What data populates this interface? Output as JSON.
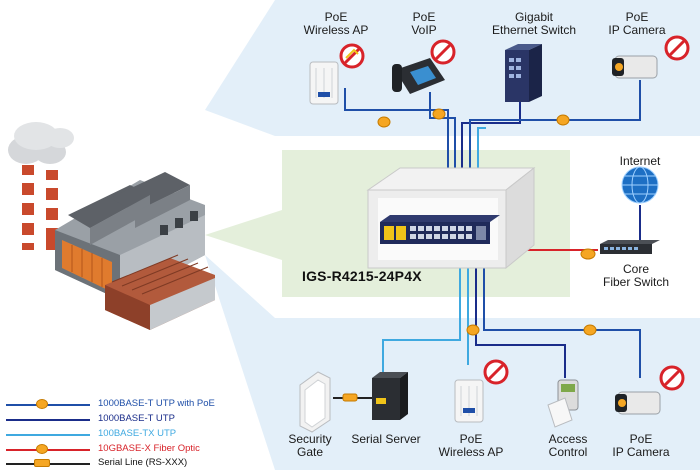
{
  "top_devices": [
    {
      "line1": "PoE",
      "line2": "Wireless AP",
      "icon": "wireless-ap-icon"
    },
    {
      "line1": "PoE",
      "line2": "VoIP",
      "icon": "voip-phone-icon"
    },
    {
      "line1": "Gigabit",
      "line2": "Ethernet Switch",
      "icon": "ethernet-switch-icon"
    },
    {
      "line1": "PoE",
      "line2": "IP Camera",
      "icon": "ip-camera-icon"
    }
  ],
  "bottom_devices": [
    {
      "line1": "Security",
      "line2": "Gate",
      "icon": "security-gate-icon"
    },
    {
      "line1": "Serial Server",
      "line2": "",
      "icon": "serial-server-icon"
    },
    {
      "line1": "PoE",
      "line2": "Wireless AP",
      "icon": "wireless-ap-icon"
    },
    {
      "line1": "Access",
      "line2": "Control",
      "icon": "access-control-icon"
    },
    {
      "line1": "PoE",
      "line2": "IP Camera",
      "icon": "ip-camera-icon"
    }
  ],
  "internet_label": "Internet",
  "core_switch": {
    "line1": "Core",
    "line2": "Fiber Switch"
  },
  "model_name": "IGS-R4215-24P4X",
  "legend": [
    {
      "text": "1000BASE-T UTP with PoE",
      "color": "#1f4fa8",
      "text_color": "#1f4fa8",
      "badge": "PoE"
    },
    {
      "text": "1000BASE-T UTP",
      "color": "#1a2d8a",
      "text_color": "#1a2d8a"
    },
    {
      "text": "100BASE-TX UTP",
      "color": "#3fa9e0",
      "text_color": "#3fa9e0"
    },
    {
      "text": "10GBASE-X Fiber Optic",
      "color": "#d8232a",
      "text_color": "#d8232a",
      "badge": "10G"
    },
    {
      "text": "Serial Line (RS-XXX)",
      "color": "#222222",
      "text_color": "#111111",
      "badge": "RS232"
    }
  ],
  "colors": {
    "panel_blue": "#e3eff9",
    "panel_green": "#e4efdb",
    "poe_line": "#1f4fa8",
    "utp_line": "#1a2d8a",
    "fast_line": "#3fa9e0",
    "fiber_line": "#d8232a",
    "badge": "#f5a623"
  }
}
